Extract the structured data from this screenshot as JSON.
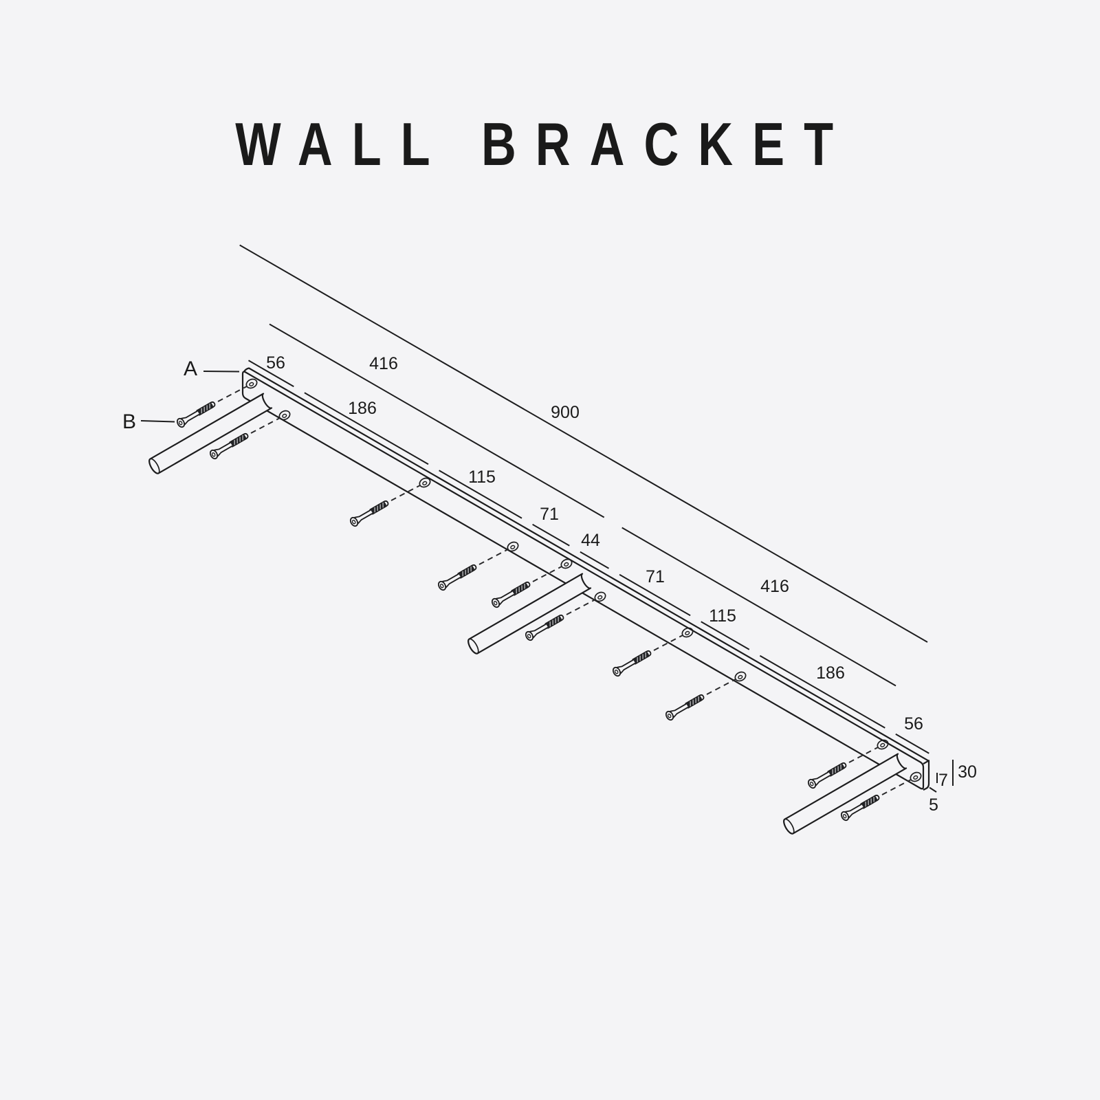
{
  "title": "WALL BRACKET",
  "colors": {
    "background": "#f4f4f6",
    "line": "#1d1d1e",
    "text": "#1a1a1a"
  },
  "part_labels": [
    {
      "id": "A",
      "text": "A"
    },
    {
      "id": "B",
      "text": "B"
    }
  ],
  "dimension_labels": [
    {
      "id": "56-left-edge",
      "text": "56"
    },
    {
      "id": "186-left",
      "text": "186"
    },
    {
      "id": "115-left",
      "text": "115"
    },
    {
      "id": "71-left",
      "text": "71"
    },
    {
      "id": "44-center",
      "text": "44"
    },
    {
      "id": "71-right",
      "text": "71"
    },
    {
      "id": "115-right",
      "text": "115"
    },
    {
      "id": "186-right",
      "text": "186"
    },
    {
      "id": "56-right-edge",
      "text": "56"
    },
    {
      "id": "416-left-pitch",
      "text": "416"
    },
    {
      "id": "416-right-pitch",
      "text": "416"
    },
    {
      "id": "900-overall",
      "text": "900"
    },
    {
      "id": "30-height",
      "text": "30"
    },
    {
      "id": "7-thickness",
      "text": "7"
    },
    {
      "id": "5-detail",
      "text": "5"
    }
  ]
}
